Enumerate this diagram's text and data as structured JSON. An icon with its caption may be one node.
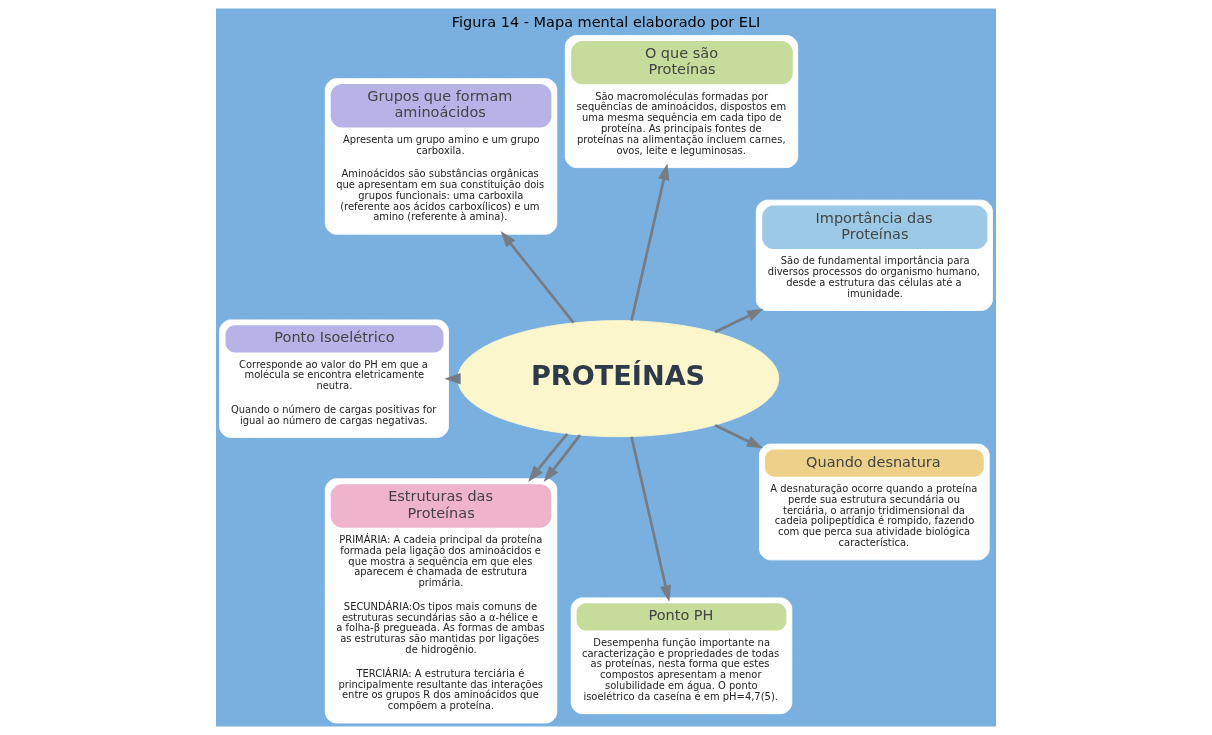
{
  "diagram": {
    "title": "Figura 14 - Mapa mental elaborado por ELI",
    "nodes": [
      {
        "text": [
          "Importância das Proteínas",
          "São de fundamental importância para diversos processos do organismo humano, desde a estrutura das células até a imunidade."
        ]
      },
      {
        "text": [
          "O que são Proteínas",
          "São macromoléculas formadas por sequências de aminoácidos, dispostos em uma mesma sequência em cada tipo de proteína. As principais fontes de proteínas na alimentação incluem carnes, ovos, leite e leguminosas."
        ]
      },
      {
        "text": [
          "Grupos que formam aminoácidos",
          "Apresenta um grupo amino e um grupo carboxila.",
          "Aminoácidos são substâncias orgânicas que apresentam em sua constituição dois grupos funcionais: uma carboxila (referente aos ácidos carboxílicos) e um amino (referente à amina)."
        ]
      },
      {
        "text": [
          "Ponto Isoelétrico",
          "Corresponde ao valor do PH em que a molécula se encontra eletricamente neutra.",
          "Quando o número de cargas positivas for igual ao número de cargas negativas."
        ]
      },
      {
        "text": [
          "PROTEÍNAS"
        ]
      },
      {
        "text": [
          "Estruturas das Proteínas",
          "PRIMÁRIA: A cadeia principal da proteína formada pela ligação dos aminoácidos e que mostra a sequência em que eles aparecem é chamada de estrutura primária.",
          "SECUNDÁRIA:Os tipos mais comuns de estruturas secundárias são a α-hélice e a folha-β pregueada. As formas de ambas as estruturas são mantidas por ligações de hidrogênio.",
          "TERCIÁRIA: A estrutura terciária é principalmente resultante das interações entre os grupos R dos aminoácidos que compõem a proteína."
        ]
      },
      {
        "text": [
          "Ponto PH",
          "Desempenha função importante na caracterização e propriedades de todas as proteínas, nesta forma que estes compostos apresentam a menor solubilidade em água. O ponto isoelétrico da caseína é em pH=4,7(5)."
        ]
      },
      {
        "text": [
          "Quando desnatura",
          "A desnaturação ocorre quando a proteína perde sua estrutura secundária ou terciária, o arranjo tridimensional da cadeia polipeptídica é rompido, fazendo com que perca sua atividade biológica característica."
        ]
      }
    ],
    "edges": [
      {
        "from": 4,
        "to": 0,
        "arrow": "to"
      },
      {
        "from": 4,
        "to": 1,
        "arrow": "to"
      },
      {
        "from": 4,
        "to": 2,
        "arrow": "to"
      },
      {
        "from": 4,
        "to": 3,
        "arrow": "to"
      },
      {
        "from": 4,
        "to": 5,
        "arrow": "to"
      },
      {
        "from": 4,
        "to": 5,
        "arrow": "to"
      },
      {
        "from": 4,
        "to": 6,
        "arrow": "to"
      },
      {
        "from": 4,
        "to": 7,
        "arrow": "to"
      }
    ]
  }
}
